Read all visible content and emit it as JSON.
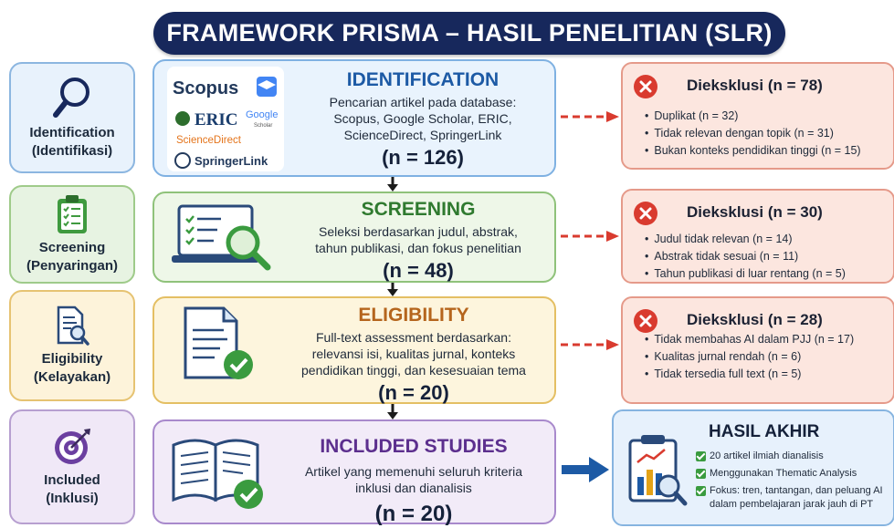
{
  "title": "FRAMEWORK PRISMA – HASIL PENELITIAN (SLR)",
  "phases": [
    {
      "title": "Identification",
      "subtitle": "(Identifikasi)",
      "icon": "magnifier-icon"
    },
    {
      "title": "Screening",
      "subtitle": "(Penyaringan)",
      "icon": "clipboard-icon"
    },
    {
      "title": "Eligibility",
      "subtitle": "(Kelayakan)",
      "icon": "document-search-icon"
    },
    {
      "title": "Included",
      "subtitle": "(Inklusi)",
      "icon": "target-icon"
    }
  ],
  "stages": {
    "identification": {
      "title": "IDENTIFICATION",
      "desc": [
        "Pencarian artikel pada database:",
        "Scopus, Google Scholar, ERIC,",
        "ScienceDirect, SpringerLink"
      ],
      "count": "(n = 126)",
      "logos": [
        "Scopus",
        "ERIC",
        "Google",
        "Scholar",
        "ScienceDirect",
        "SpringerLink"
      ]
    },
    "screening": {
      "title": "SCREENING",
      "desc": [
        "Seleksi berdasarkan judul, abstrak,",
        "tahun publikasi, dan fokus penelitian"
      ],
      "count": "(n = 48)"
    },
    "eligibility": {
      "title": "ELIGIBILITY",
      "desc": [
        "Full-text assessment berdasarkan:",
        "relevansi isi, kualitas jurnal, konteks",
        "pendidikan tinggi, dan kesesuaian tema"
      ],
      "count": "(n = 20)"
    },
    "included": {
      "title": "INCLUDED STUDIES",
      "desc": [
        "Artikel yang memenuhi seluruh kriteria",
        "inklusi dan dianalisis"
      ],
      "count": "(n = 20)"
    }
  },
  "exclusions": [
    {
      "title": "Dieksklusi (n = 78)",
      "items": [
        "Duplikat (n = 32)",
        "Tidak relevan dengan topik (n = 31)",
        "Bukan konteks pendidikan tinggi (n = 15)"
      ]
    },
    {
      "title": "Dieksklusi (n = 30)",
      "items": [
        "Judul tidak relevan (n = 14)",
        "Abstrak tidak sesuai (n = 11)",
        "Tahun publikasi di luar rentang (n = 5)"
      ]
    },
    {
      "title": "Dieksklusi (n = 28)",
      "items": [
        "Tidak membahas AI dalam PJJ (n = 17)",
        "Kualitas jurnal rendah (n = 6)",
        "Tidak tersedia full text (n = 5)"
      ]
    }
  ],
  "result": {
    "title": "HASIL AKHIR",
    "items": [
      "20 artikel ilmiah dianalisis",
      "Menggunakan Thematic Analysis",
      "Fokus: tren, tantangan, dan peluang AI",
      "dalam pembelajaran jarak jauh di PT"
    ]
  },
  "colors": {
    "navy": "#17285c",
    "blue": "#1d5aa5",
    "green": "#2f7a2f",
    "orange": "#b5651d",
    "purple": "#5c2f8e",
    "red": "#d93b2f"
  }
}
